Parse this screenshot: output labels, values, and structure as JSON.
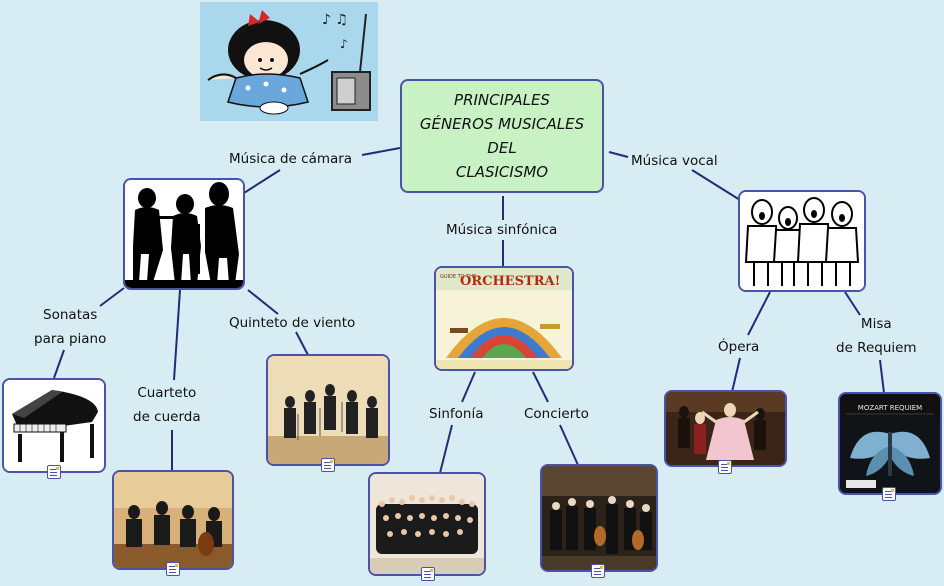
{
  "central": {
    "lines": [
      "PRINCIPALES",
      "GÉNEROS MUSICALES",
      "DEL",
      "CLASICISMO"
    ]
  },
  "branches": {
    "camara": "Música de cámara",
    "vocal": "Música vocal",
    "sinfonica": "Música sinfónica"
  },
  "leaves": {
    "sonatas": [
      "Sonatas",
      "para piano"
    ],
    "cuarteto": [
      "Cuarteto",
      "de cuerda"
    ],
    "quinteto": "Quinteto de viento",
    "sinfonia": "Sinfonía",
    "concierto": "Concierto",
    "opera": "Ópera",
    "misa": [
      "Misa",
      "de Requiem"
    ]
  },
  "images": {
    "orchestra_poster_title": "ORCHESTRA!",
    "orchestra_poster_prefix": "GUIDE TO THE",
    "requiem_cover_title": "MOZART REQUIEM"
  },
  "colors": {
    "background": "#d7ecf3",
    "central_fill": "#c8f2c4",
    "border": "#4a53a8",
    "connector": "#1f2d7a"
  }
}
